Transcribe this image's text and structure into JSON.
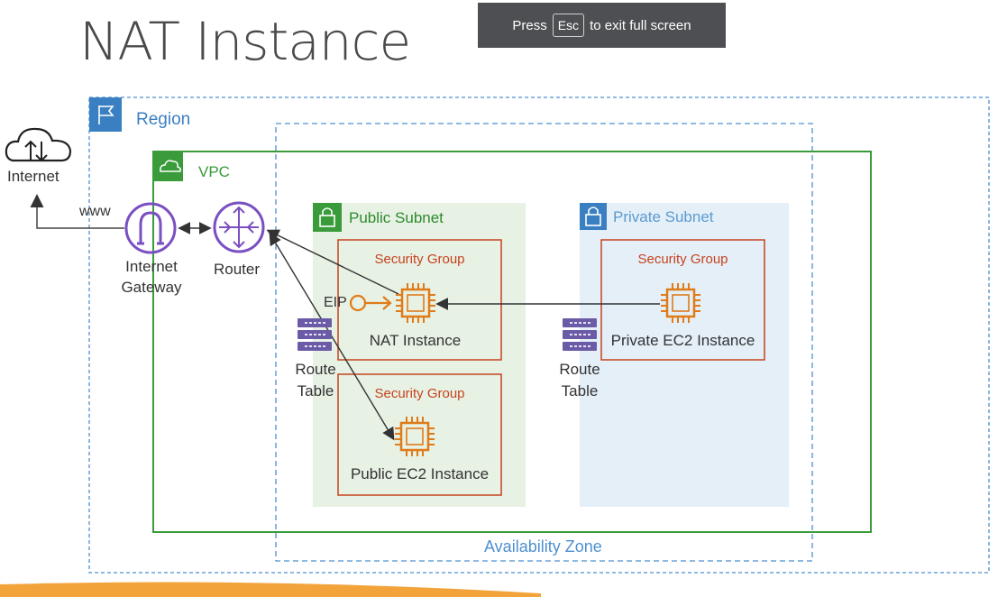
{
  "slide": {
    "title": "NAT Instance"
  },
  "fullscreen_banner": {
    "press": "Press",
    "key": "Esc",
    "suffix": "to exit full screen"
  },
  "internet": {
    "label": "Internet",
    "www": "www"
  },
  "region": {
    "label": "Region"
  },
  "vpc": {
    "label": "VPC"
  },
  "availability_zone": {
    "label": "Availability Zone"
  },
  "internet_gateway": {
    "line1": "Internet",
    "line2": "Gateway"
  },
  "router": {
    "label": "Router"
  },
  "public_subnet": {
    "label": "Public Subnet",
    "route_table": {
      "line1": "Route",
      "line2": "Table"
    },
    "nat_group": {
      "label": "Security Group",
      "instance": "NAT Instance",
      "eip": "EIP"
    },
    "ec2_group": {
      "label": "Security Group",
      "instance": "Public EC2 Instance"
    }
  },
  "private_subnet": {
    "label": "Private Subnet",
    "route_table": {
      "line1": "Route",
      "line2": "Table"
    },
    "ec2_group": {
      "label": "Security Group",
      "instance": "Private EC2 Instance"
    }
  },
  "colors": {
    "region": "#4e90cf",
    "vpc": "#3a9b3a",
    "public_bg": "#e7f1e4",
    "private_bg": "#e4eff8",
    "security_group": "#c7421f",
    "ec2": "#e07b19",
    "gateway": "#7a4fc1"
  }
}
